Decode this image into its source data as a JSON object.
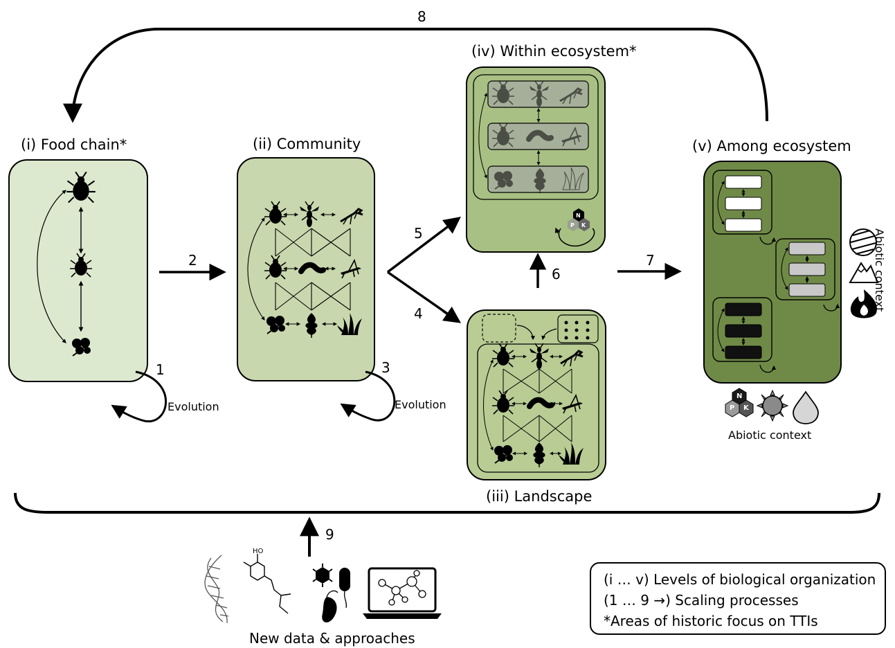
{
  "levels": {
    "food_chain": "(i) Food chain*",
    "community": "(ii) Community",
    "landscape": "(iii) Landscape",
    "within_ecosystem": "(iv) Within ecosystem*",
    "among_ecosystem": "(v) Among ecosystem"
  },
  "processes": [
    "1",
    "2",
    "3",
    "4",
    "5",
    "6",
    "7",
    "8",
    "9"
  ],
  "evolution_label": "Evolution",
  "abiotic_context_label": "Abiotic context",
  "new_data_label": "New data & approaches",
  "nutrient_letters": {
    "n": "N",
    "p": "P",
    "k": "K"
  },
  "legend": {
    "line1": "(i … v) Levels of biological organization",
    "line2": "(1 … 9 →) Scaling processes",
    "line3": "*Areas of historic focus on TTIs"
  },
  "colors": {
    "food_chain_fill": "#dde9cf",
    "community_fill": "#c8d7ad",
    "landscape_fill": "#b8cc94",
    "within_ecosystem_fill": "#a8c083",
    "among_ecosystem_fill": "#6f8a47"
  }
}
